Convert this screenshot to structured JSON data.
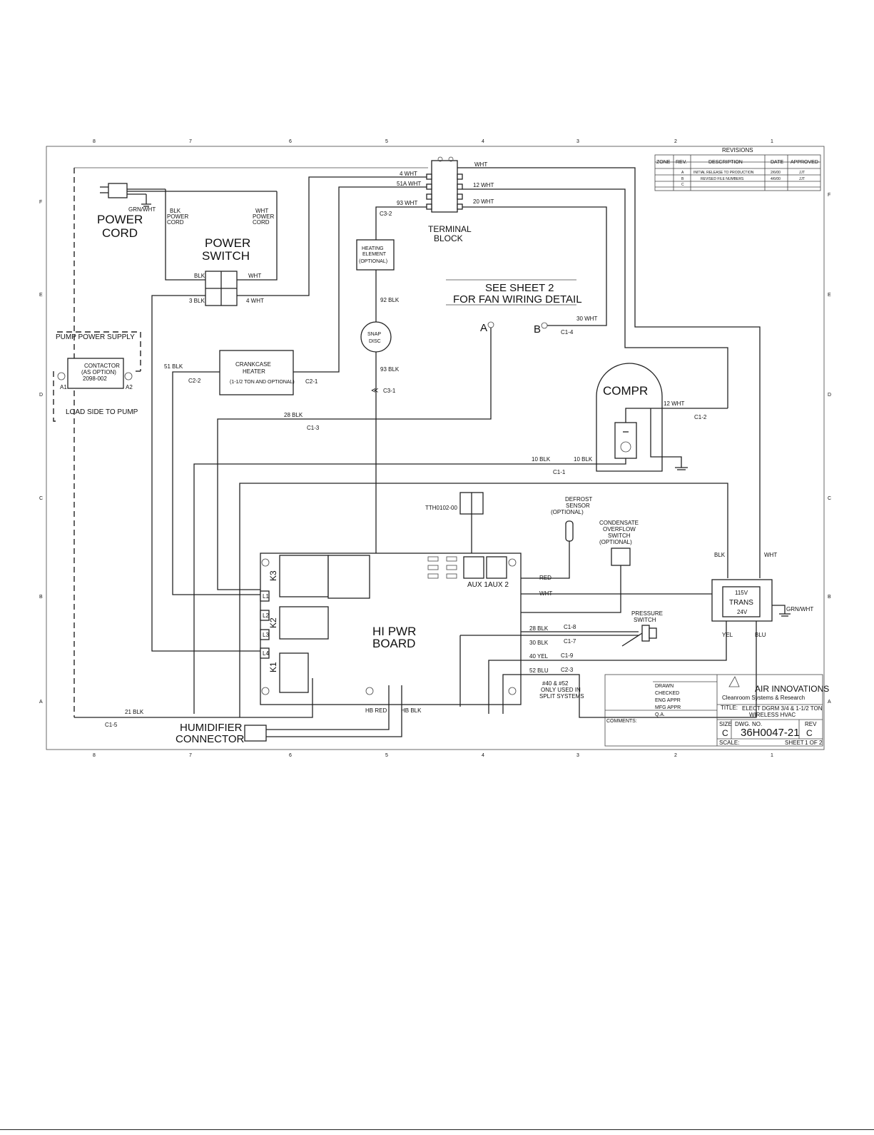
{
  "grid": {
    "columns": [
      "8",
      "7",
      "6",
      "5",
      "4",
      "3",
      "2",
      "1"
    ],
    "rows": [
      "F",
      "E",
      "D",
      "C",
      "B",
      "A"
    ]
  },
  "revisions": {
    "title": "REVISIONS",
    "headers": [
      "ZONE",
      "REV.",
      "DESCRIPTION",
      "DATE",
      "APPROVED"
    ],
    "rows": [
      [
        "",
        "A",
        "INITIAL RELEASE TO PRODUCTION",
        "2/6/00",
        "JJT"
      ],
      [
        "",
        "B",
        "REVISED FILE NUMBERS",
        "4/6/00",
        "JJT"
      ],
      [
        "",
        "C",
        "",
        "",
        ""
      ]
    ]
  },
  "labels": {
    "power_cord": [
      "POWER",
      "CORD"
    ],
    "power_switch": [
      "POWER",
      "SWITCH"
    ],
    "terminal_block": [
      "TERMINAL",
      "BLOCK"
    ],
    "heating_element": [
      "HEATING",
      "ELEMENT",
      "(OPTIONAL)"
    ],
    "snap_disc": [
      "SNAP",
      "DISC"
    ],
    "see_sheet": [
      "SEE SHEET 2",
      "FOR FAN WIRING DETAIL"
    ],
    "point_a": "A",
    "point_b": "B",
    "crankcase_heater": [
      "CRANKCASE",
      "HEATER",
      "(1-1/2 TON AND OPTIONAL)"
    ],
    "pump_power_supply": "PUMP POWER SUPPLY",
    "contactor": [
      "CONTACTOR",
      "(AS OPTION)",
      "2098-002"
    ],
    "a1": "A1",
    "a2": "A2",
    "load_side": "LOAD SIDE TO PUMP",
    "compr": "COMPR",
    "defrost_sensor": [
      "DEFROST",
      "SENSOR",
      "(OPTIONAL)"
    ],
    "condensate_switch": [
      "CONDENSATE",
      "OVERFLOW",
      "SWITCH",
      "(OPTIONAL)"
    ],
    "thermostat": "TTH0102-00",
    "hi_pwr_board": [
      "HI PWR",
      "BOARD"
    ],
    "relays": [
      "K3",
      "K2",
      "K1"
    ],
    "lines": [
      "L1",
      "L2",
      "L3",
      "L4"
    ],
    "aux1": "AUX 1",
    "aux2": "AUX 2",
    "pressure_switch": [
      "PRESSURE",
      "SWITCH"
    ],
    "trans": [
      "115V",
      "TRANS",
      "24V"
    ],
    "split_note": [
      "#40 & #52",
      "ONLY USED IN",
      "SPLIT SYSTEMS"
    ],
    "humidifier": [
      "HUMIDIFIER",
      "CONNECTOR"
    ],
    "grn_wht_trans": "GRN/WHT"
  },
  "wires": {
    "grn_wht": "GRN/WHT",
    "blk_power_cord": [
      "BLK",
      "POWER",
      "CORD"
    ],
    "wht_power_cord": [
      "WHT",
      "POWER",
      "CORD"
    ],
    "blk": "BLK",
    "wht": "WHT",
    "w3blk": "3 BLK",
    "w4wht_sw": "4 WHT",
    "w4wht_tb": "4 WHT",
    "w51a_wht": "51A WHT",
    "w93_wht": "93 WHT",
    "w12_wht": "12 WHT",
    "w20_wht": "20 WHT",
    "wht_top": "WHT",
    "c3_2": "C3-2",
    "w92_blk": "92 BLK",
    "w93_blk": "93 BLK",
    "c3_1": "C3-1",
    "w30_wht": "30 WHT",
    "c1_4": "C1-4",
    "w51_blk": "51 BLK",
    "c2_2": "C2-2",
    "c2_1": "C2-1",
    "w28_blk": "28 BLK",
    "c1_3": "C1-3",
    "w12_wht_c": "12 WHT",
    "c1_2": "C1-2",
    "w10_blk_l": "10 BLK",
    "w10_blk_r": "10 BLK",
    "c1_1": "C1-1",
    "red": "RED",
    "wht_b": "WHT",
    "trans_blk": "BLK",
    "trans_wht": "WHT",
    "w28_blk_b": "28 BLK",
    "w30_blk": "30 BLK",
    "w40_yel": "40 YEL",
    "w52_blu": "52 BLU",
    "c1_8": "C1-8",
    "c1_7": "C1-7",
    "c1_9": "C1-9",
    "c2_3": "C2-3",
    "yel": "YEL",
    "blu": "BLU",
    "w21_blk": "21 BLK",
    "c1_5": "C1-5",
    "hb_red": "HB RED",
    "hb_blk": "HB BLK"
  },
  "title_block": {
    "company": "AIR INNOVATIONS",
    "tagline": "Cleanroom Systems & Research",
    "title_label": "TITLE:",
    "title": [
      "ELECT DGRM 3/4 & 1-1/2 TON",
      "WIRELESS HVAC"
    ],
    "size_label": "SIZE",
    "size": "C",
    "dwg_label": "DWG. NO.",
    "dwg_no": "36H0047-21",
    "rev_label": "REV",
    "rev": "C",
    "scale_label": "SCALE:",
    "sheet_label": "SHEET",
    "sheet": "1 OF 2",
    "rows": [
      "DRAWN",
      "CHECKED",
      "ENG APPR",
      "MFG APPR",
      "Q.A.",
      "COMMENTS:"
    ]
  }
}
